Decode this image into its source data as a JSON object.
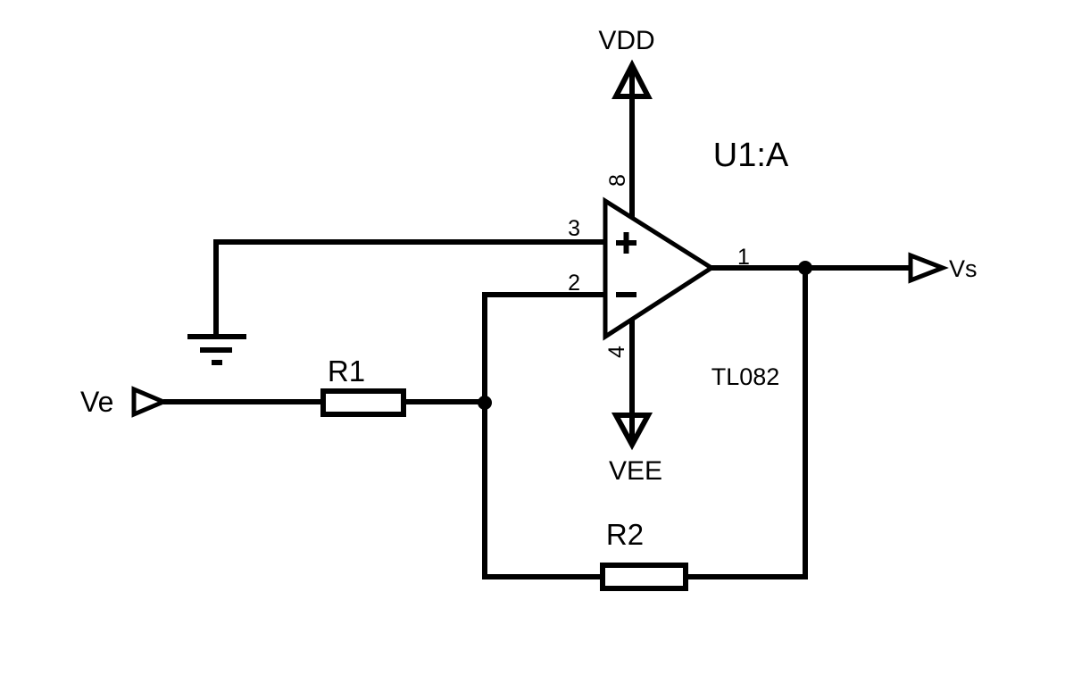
{
  "diagram": {
    "kind": "op-amp inverting amplifier schematic",
    "colors": {
      "background": "#ffffff",
      "ink": "#000000"
    },
    "opamp": {
      "designator": "U1:A",
      "part_number": "TL082",
      "plus_label": "+",
      "minus_label": "−",
      "pin_numbers": {
        "non_inverting_input": "3",
        "inverting_input": "2",
        "output": "1",
        "positive_supply": "8",
        "negative_supply": "4"
      }
    },
    "power": {
      "positive_rail": "VDD",
      "negative_rail": "VEE"
    },
    "resistors": {
      "input": "R1",
      "feedback": "R2"
    },
    "terminals": {
      "input": "Ve",
      "output": "Vs"
    }
  }
}
